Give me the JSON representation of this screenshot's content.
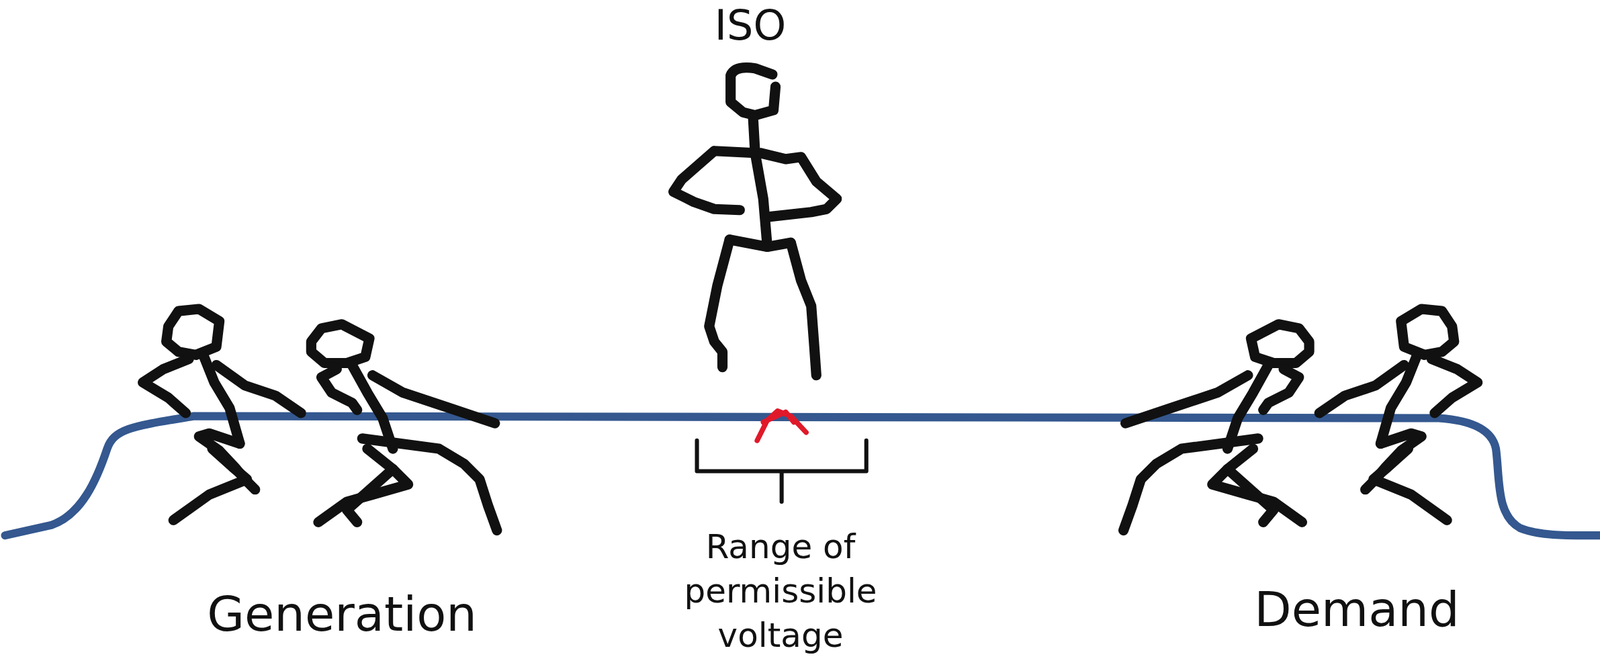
{
  "diagram": {
    "labels": [
      "ISO",
      "Range of permissible voltage",
      "Generation",
      "Demand"
    ]
  }
}
